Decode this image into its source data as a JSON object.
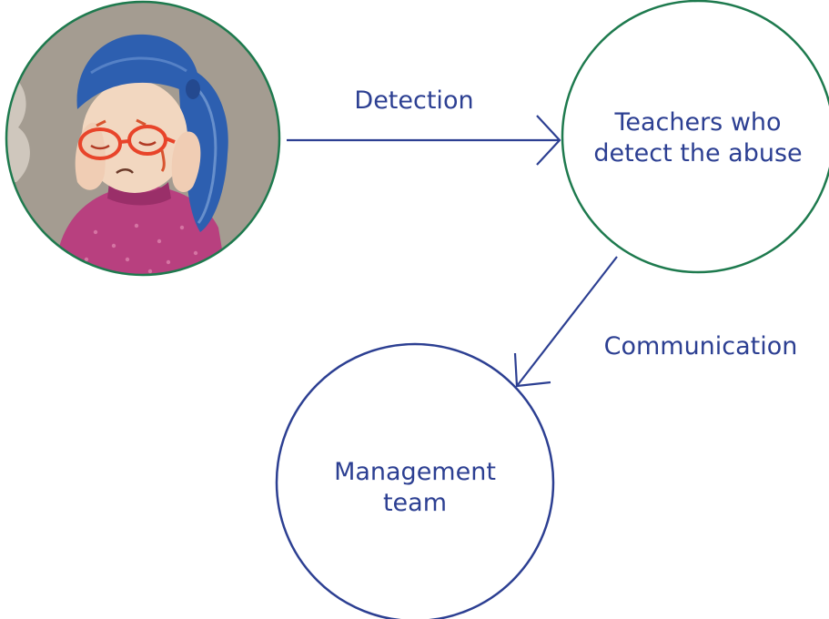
{
  "diagram": {
    "nodes": {
      "child": {
        "image": "child-covering-face-illustration"
      },
      "teachers": {
        "label_line1": "Teachers who",
        "label_line2": "detect the abuse"
      },
      "management": {
        "label_line1": "Management",
        "label_line2": "team"
      }
    },
    "edges": {
      "detection": {
        "label": "Detection"
      },
      "communication": {
        "label": "Communication"
      }
    },
    "colors": {
      "text": "#2c3f92",
      "arrow": "#2c3f92",
      "green_border": "#1e7a4e",
      "blue_border": "#2c3f92",
      "image_background": "#a49c91",
      "hair": "#2d5fb0",
      "sweater": "#b8407f",
      "skin": "#f2d7c0",
      "glasses": "#e8442a"
    }
  }
}
